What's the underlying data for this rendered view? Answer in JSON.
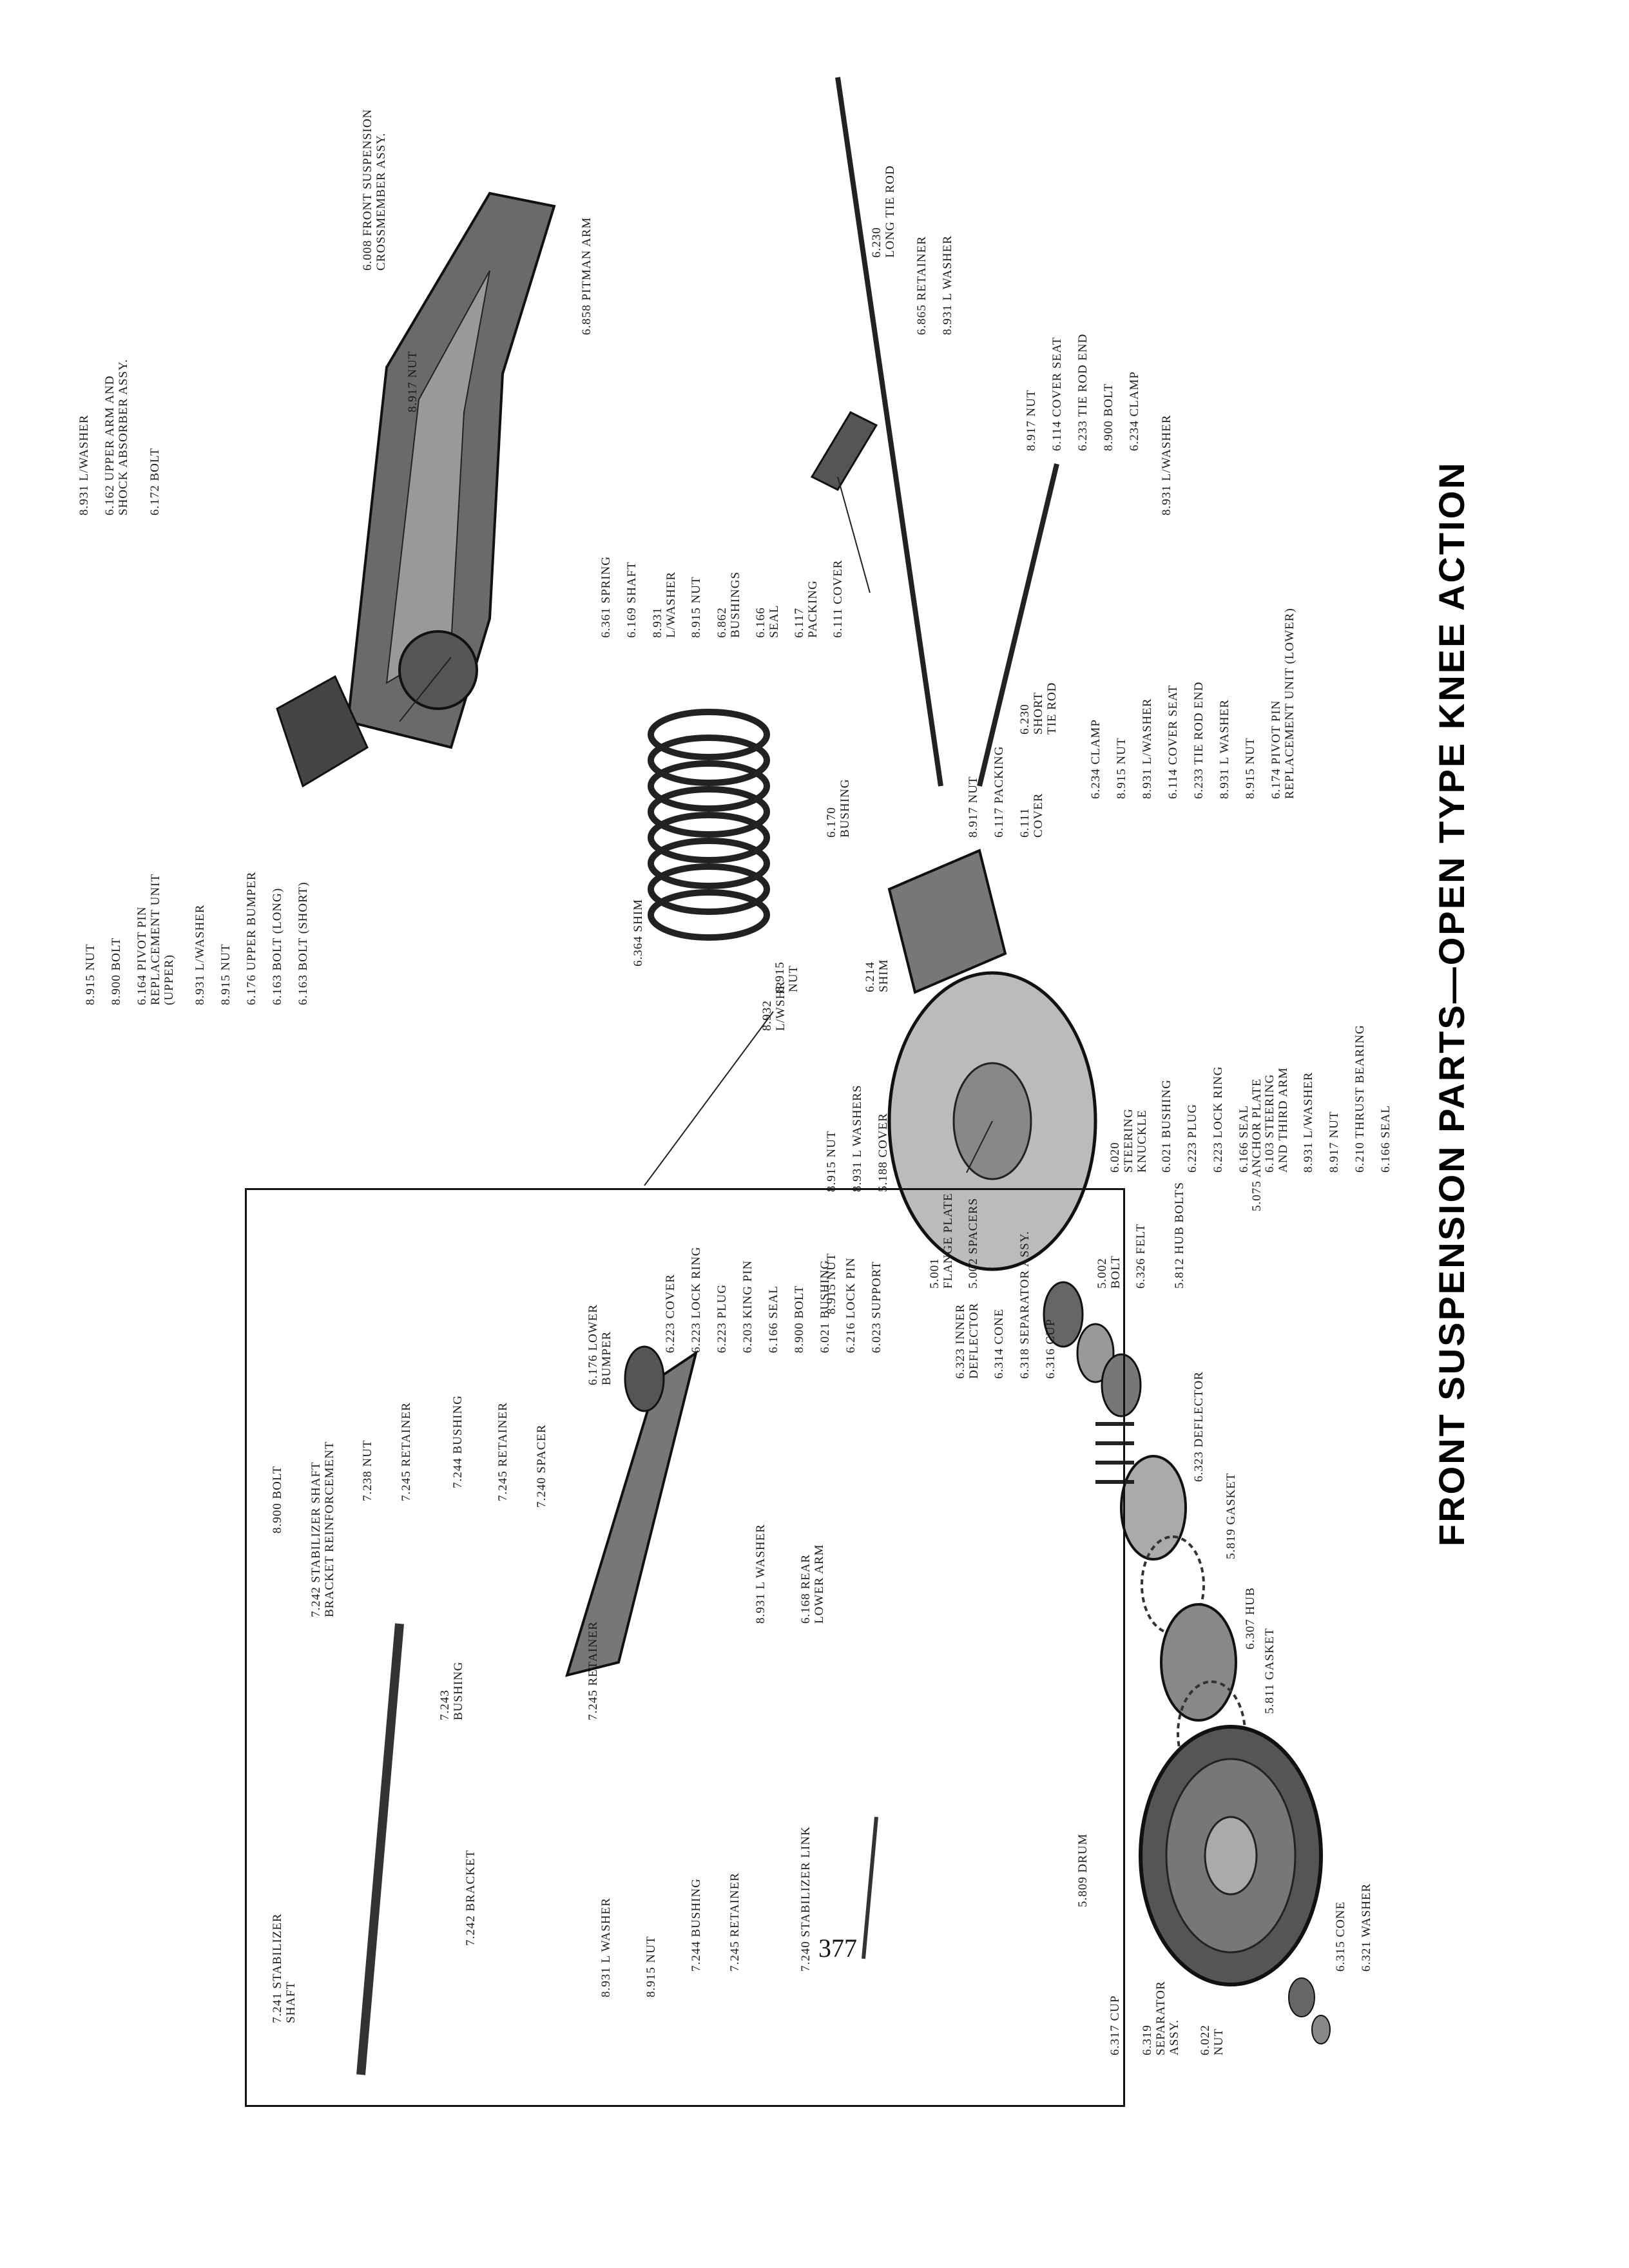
{
  "title": "FRONT SUSPENSION PARTS—OPEN TYPE KNEE ACTION",
  "page_number": "377",
  "labels": {
    "l01": "8.915 NUT",
    "l02": "8.900 BOLT",
    "l03": "6.164 PIVOT PIN\nREPLACEMENT UNIT\n(UPPER)",
    "l04": "8.931 L/WASHER",
    "l05": "8.915 NUT",
    "l06": "6.176 UPPER BUMPER",
    "l07": "6.163 BOLT (LONG)",
    "l08": "6.163 BOLT (SHORT)",
    "l09": "8.931 L/WASHER",
    "l10": "6.162 UPPER ARM AND\nSHOCK ABSORBER ASSY.",
    "l11": "6.172 BOLT",
    "l12": "6.008 FRONT SUSPENSION\nCROSSMEMBER ASSY.",
    "l13": "8.917 NUT",
    "l14": "6.858 PITMAN ARM",
    "l15": "6.230\nLONG TIE ROD",
    "l16": "6.865 RETAINER",
    "l17": "8.931 L WASHER",
    "l18": "8.917 NUT",
    "l19": "6.114 COVER SEAT",
    "l20": "6.233 TIE ROD END",
    "l21": "8.900 BOLT",
    "l22": "6.234 CLAMP",
    "l23": "8.931 L/WASHER",
    "l24": "6.361 SPRING",
    "l25": "6.169 SHAFT",
    "l26": "8.931\nL/WASHER",
    "l27": "8.915 NUT",
    "l28": "6.862\nBUSHINGS",
    "l29": "6.166\nSEAL",
    "l30": "6.117\nPACKING",
    "l31": "6.111 COVER",
    "l32": "6.230\nSHORT\nTIE ROD",
    "l33": "6.234 CLAMP",
    "l34": "8.915 NUT",
    "l35": "8.931 L/WASHER",
    "l36": "6.114 COVER SEAT",
    "l37": "6.233 TIE ROD END",
    "l38": "8.931 L WASHER",
    "l39": "8.915 NUT",
    "l40": "6.174 PIVOT PIN\nREPLACEMENT UNIT (LOWER)",
    "l41": "6.170\nBUSHING",
    "l42": "8.917 NUT",
    "l43": "6.117 PACKING",
    "l44": "6.111\nCOVER",
    "l45": "6.364 SHIM",
    "l46": "8.915\nNUT",
    "l47": "6.214\nSHIM",
    "l48": "8.932\nL/WSHR",
    "l49": "6.223 COVER",
    "l50": "6.223 LOCK RING",
    "l51": "6.223 PLUG",
    "l52": "6.203 KING PIN",
    "l53": "6.166 SEAL",
    "l54": "8.900 BOLT",
    "l55": "6.021 BUSHING",
    "l56": "6.216 LOCK PIN",
    "l57": "6.023 SUPPORT",
    "l58": "6.020\nSTEERING\nKNUCKLE",
    "l59": "6.021 BUSHING",
    "l60": "6.223 PLUG",
    "l61": "6.223 LOCK RING",
    "l62": "6.166 SEAL",
    "l63": "6.103 STEERING\nAND THIRD ARM",
    "l64": "8.931 L/WASHER",
    "l65": "8.917 NUT",
    "l66": "6.210 THRUST BEARING",
    "l67": "6.166 SEAL",
    "l68": "8.915 NUT",
    "l69": "8.931 L WASHERS",
    "l70": "5.188 COVER",
    "l71": "5.001\nFLANGE PLATE",
    "l72": "5.002 SPACERS",
    "l73": "5.002\nBOLT",
    "l74": "6.326 FELT",
    "l75": "5.812 HUB BOLTS",
    "l76": "5.075 ANCHOR PLATE",
    "l77": "6.323 INNER\nDEFLECTOR",
    "l78": "6.314 CONE",
    "l79": "6.318 SEPARATOR ASSY.",
    "l80": "6.316 CUP",
    "l81": "6.323 DEFLECTOR",
    "l82": "5.819 GASKET",
    "l83": "6.307 HUB",
    "l84": "5.811 GASKET",
    "l85": "5.809 DRUM",
    "l86": "6.317 CUP",
    "l87": "6.319\nSEPARATOR\nASSY.",
    "l88": "6.022\nNUT",
    "l89": "6.315 CONE",
    "l90": "6.321 WASHER",
    "l91": "7.241 STABILIZER\nSHAFT",
    "l92": "8.900 BOLT",
    "l93": "7.242 STABILIZER SHAFT\nBRACKET REINFORCEMENT",
    "l94": "7.238 NUT",
    "l95": "7.245 RETAINER",
    "l96": "7.244 BUSHING",
    "l97": "7.245 RETAINER",
    "l98": "7.240 SPACER",
    "l99": "6.176 LOWER\nBUMPER",
    "l100": "8.915 NUT",
    "l101": "8.931 L WASHER",
    "l102": "6.168 REAR\nLOWER ARM",
    "l103": "7.243\nBUSHING",
    "l104": "7.242 BRACKET",
    "l105": "7.245 RETAINER",
    "l106": "8.931 L WASHER",
    "l107": "8.915 NUT",
    "l108": "7.244 BUSHING",
    "l109": "7.245 RETAINER",
    "l110": "7.240 STABILIZER LINK"
  }
}
